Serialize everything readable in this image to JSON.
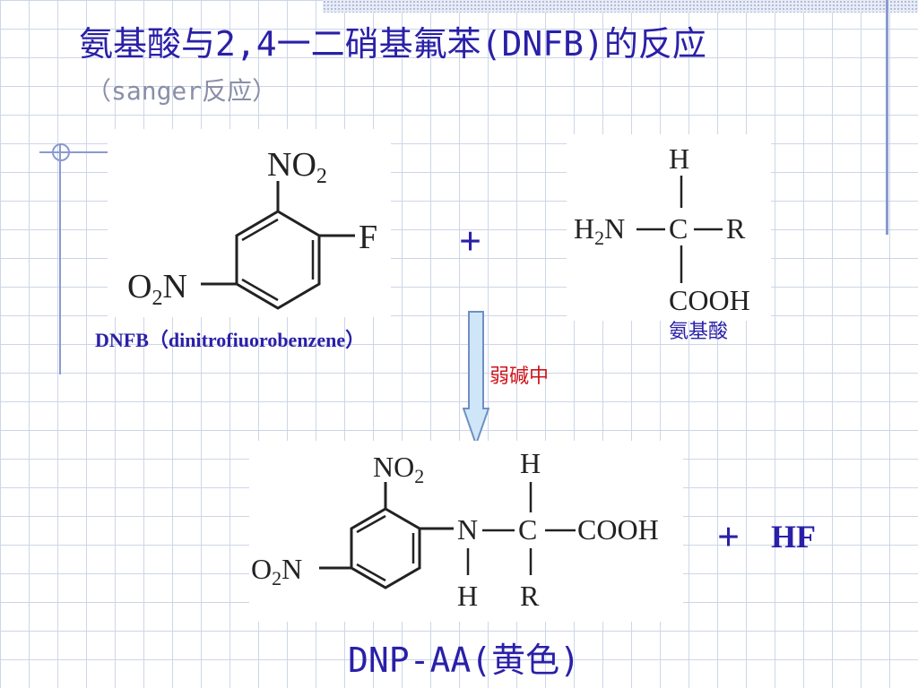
{
  "title": "氨基酸与2,4一二硝基氟苯(DNFB)的反应",
  "subtitle": "（sanger反应）",
  "reactant1": {
    "formula_no2": "NO",
    "formula_no2_sub": "2",
    "formula_f": "F",
    "formula_o2n": "O",
    "formula_o2n_sub": "2",
    "formula_o2n_n": "N",
    "label": "DNFB（dinitrofiuorobenzene）"
  },
  "plus1": "+",
  "reactant2": {
    "h_top": "H",
    "h2n": "H",
    "h2n_sub": "2",
    "h2n_n": "N",
    "c": "C",
    "r": "R",
    "cooh": "COOH",
    "label": "氨基酸"
  },
  "condition": "弱碱中",
  "product": {
    "no2": "NO",
    "no2_sub": "2",
    "o2n": "O",
    "o2n_sub": "2",
    "o2n_n": "N",
    "n": "N",
    "c": "C",
    "cooh": "COOH",
    "h_top": "H",
    "h_bottom": "H",
    "r": "R",
    "label": "DNP-AA(黄色)"
  },
  "plus2": "+",
  "byproduct": "HF",
  "colors": {
    "title": "#2a20a8",
    "subtitle": "#8a8fa8",
    "condition": "#d0141a",
    "arrow_fill": "#cfe6f8",
    "arrow_stroke": "#6f8fc4"
  }
}
